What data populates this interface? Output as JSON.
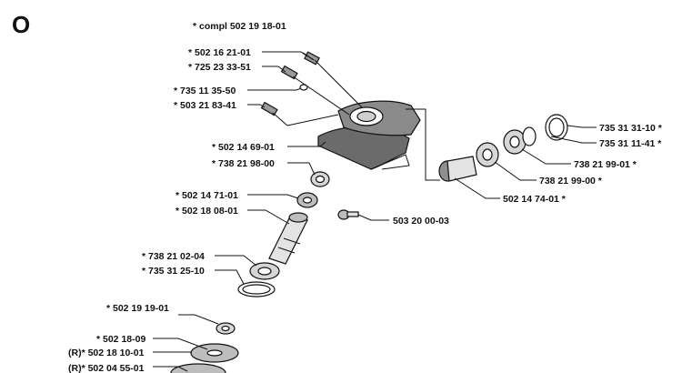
{
  "section_marker": "O",
  "assembly_label": "*  compl 502 19 18-01",
  "colors": {
    "ink": "#111111",
    "paper": "#ffffff",
    "shade": "#6b6b6b"
  },
  "parts": [
    {
      "id": "p1",
      "label": "*  502 16 21-01"
    },
    {
      "id": "p2",
      "label": "*  725 23 33-51"
    },
    {
      "id": "p3",
      "label": "*  735 11 35-50"
    },
    {
      "id": "p4",
      "label": "*  503 21 83-41"
    },
    {
      "id": "p5",
      "label": "*  502 14 69-01"
    },
    {
      "id": "p6",
      "label": "*  738 21 98-00"
    },
    {
      "id": "p7",
      "label": "*  502 14 71-01"
    },
    {
      "id": "p8",
      "label": "*  502 18 08-01"
    },
    {
      "id": "p9",
      "label": "503 20 00-03"
    },
    {
      "id": "p10",
      "label": "502 14 74-01  *"
    },
    {
      "id": "p11",
      "label": "738 21 99-00  *"
    },
    {
      "id": "p12",
      "label": "738 21 99-01  *"
    },
    {
      "id": "p13",
      "label": "735 31 11-41  *"
    },
    {
      "id": "p14",
      "label": "735 31 31-10  *"
    },
    {
      "id": "p15",
      "label": "*  738 21 02-04"
    },
    {
      "id": "p16",
      "label": "*  735 31 25-10"
    },
    {
      "id": "p17",
      "label": "*  502 19 19-01"
    },
    {
      "id": "p18",
      "label": "*  502 18-09"
    },
    {
      "id": "p19",
      "label": "(R)*  502 18 10-01"
    },
    {
      "id": "p20",
      "label": "(R)*  502 04 55-01"
    }
  ]
}
